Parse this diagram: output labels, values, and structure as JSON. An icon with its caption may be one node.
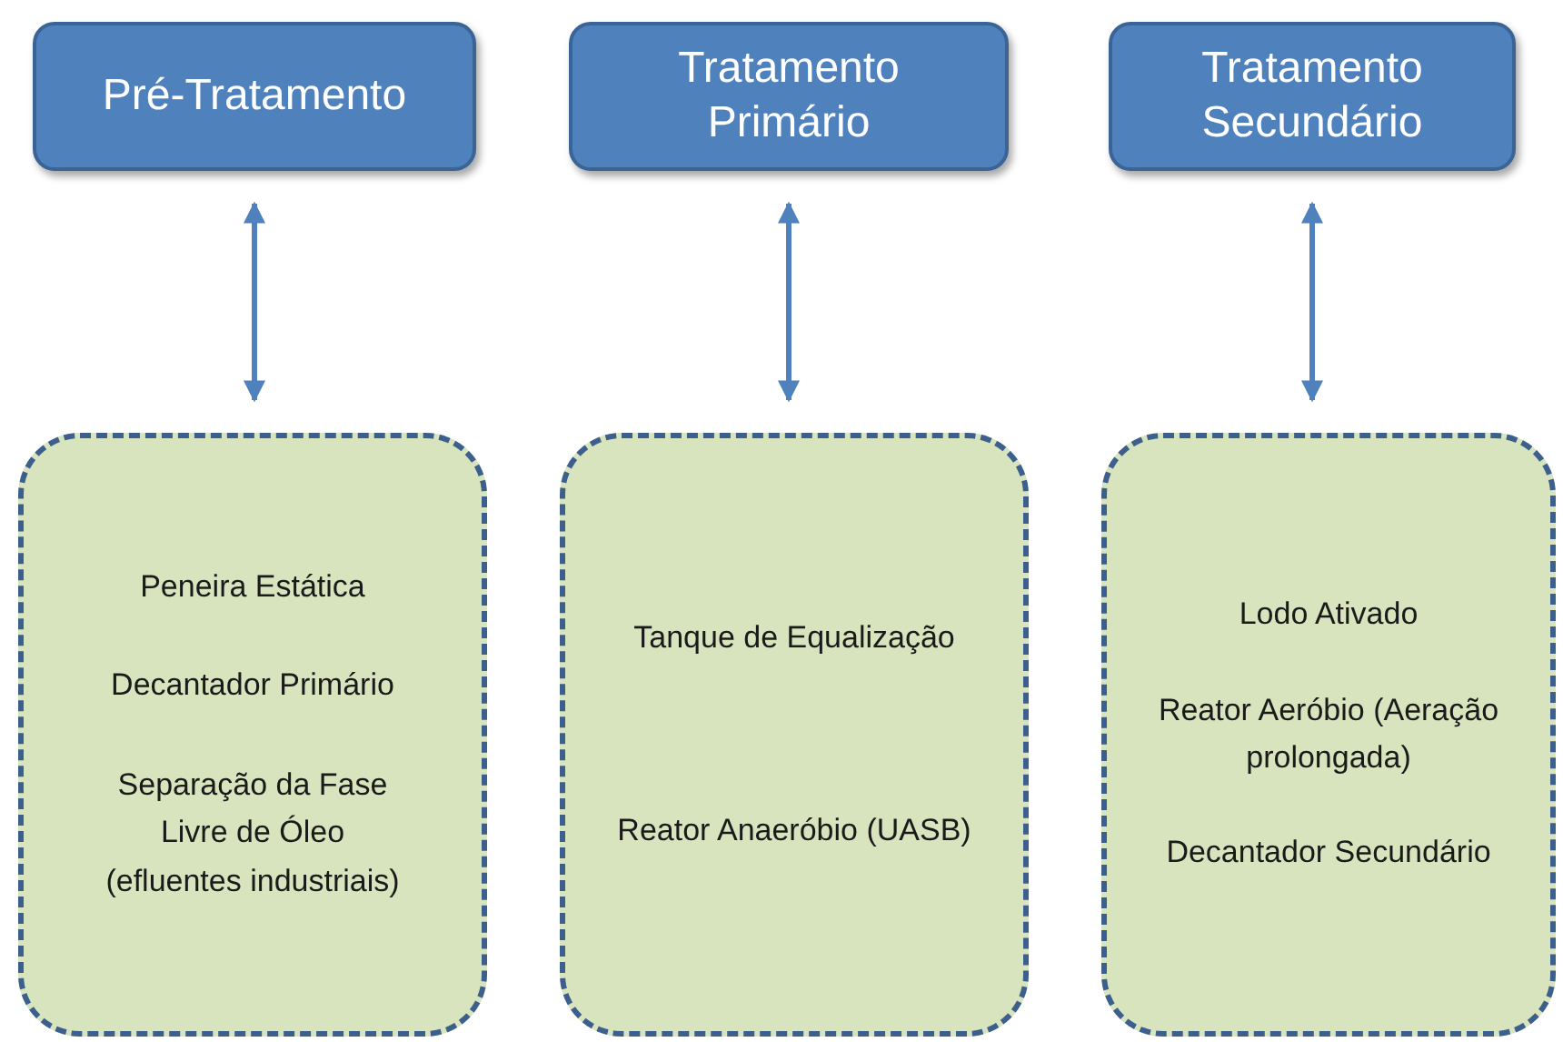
{
  "diagram": {
    "nodes": [
      {
        "text": [
          "Pré-Tratamento"
        ]
      },
      {
        "text": [
          "Tratamento Primário"
        ]
      },
      {
        "text": [
          "Tratamento Secundário"
        ]
      },
      {
        "text": [
          "Peneira Estática",
          "Decantador Primário",
          "Separação da Fase Livre de Óleo (efluentes industriais)"
        ]
      },
      {
        "text": [
          "Tanque de Equalização",
          "Reator Anaeróbio (UASB)"
        ]
      },
      {
        "text": [
          "Lodo Ativado",
          "Reator Aeróbio (Aeração prolongada)",
          "Decantador Secundário"
        ]
      }
    ],
    "edges": [
      {
        "from": 0,
        "to": 3,
        "arrow": "both"
      },
      {
        "from": 1,
        "to": 4,
        "arrow": "both"
      },
      {
        "from": 2,
        "to": 5,
        "arrow": "both"
      }
    ]
  }
}
